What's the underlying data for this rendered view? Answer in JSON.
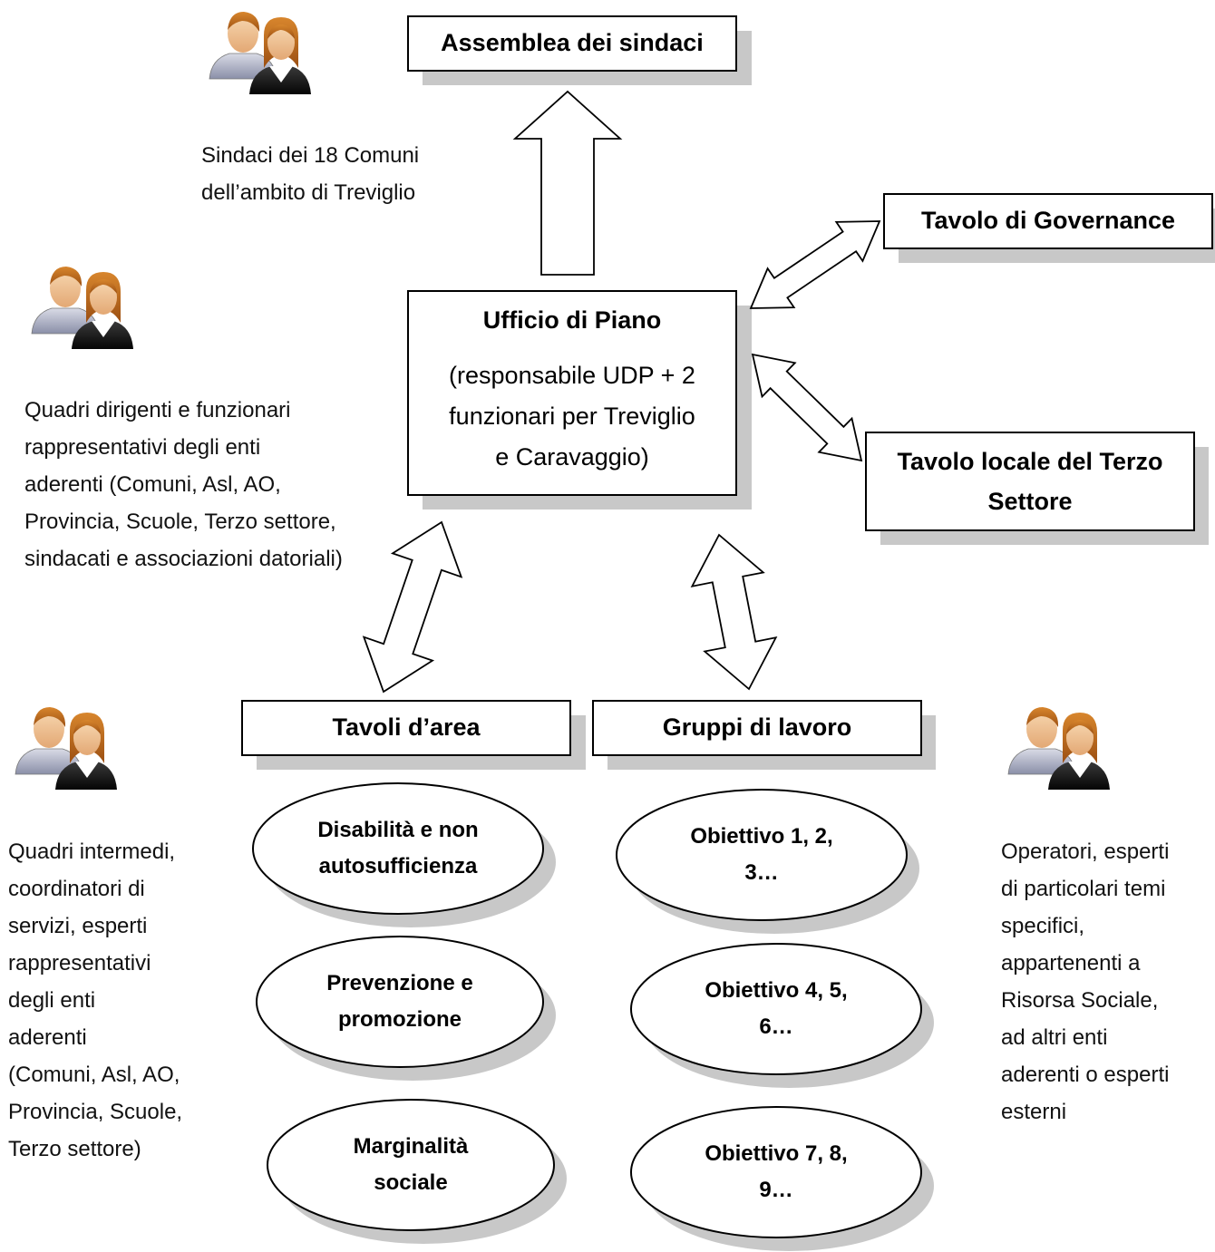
{
  "nodes": {
    "assemblea": "Assemblea dei sindaci",
    "governance": "Tavolo di Governance",
    "ufficio_title": "Ufficio di Piano",
    "ufficio_sub_line1": "(responsabile UDP + 2",
    "ufficio_sub_line2": "funzionari per Treviglio",
    "ufficio_sub_line3": "e Caravaggio)",
    "terzo_line1": "Tavolo locale del Terzo",
    "terzo_line2": "Settore",
    "tavoli_area": "Tavoli d’area",
    "gruppi_lavoro": "Gruppi di lavoro"
  },
  "areas": [
    {
      "line1": "Disabilità e non",
      "line2": "autosufficienza"
    },
    {
      "line1": "Prevenzione e",
      "line2": "promozione"
    },
    {
      "line1": "Marginalità",
      "line2": "sociale"
    }
  ],
  "objectives": [
    {
      "line1": "Obiettivo 1, 2,",
      "line2": "3…"
    },
    {
      "line1": "Obiettivo 4, 5,",
      "line2": "6…"
    },
    {
      "line1": "Obiettivo 7, 8,",
      "line2": "9…"
    }
  ],
  "descriptions": {
    "sindaci": [
      "Sindaci dei 18 Comuni",
      "dell’ambito di Treviglio"
    ],
    "quadri_dirigenti": [
      "Quadri dirigenti e funzionari",
      "rappresentativi degli enti",
      "aderenti (Comuni, Asl, AO,",
      "Provincia, Scuole, Terzo settore,",
      "sindacati e associazioni datoriali)"
    ],
    "quadri_intermedi": [
      "Quadri intermedi,",
      "coordinatori di",
      "servizi, esperti",
      "rappresentativi",
      "degli enti",
      "aderenti",
      "(Comuni, Asl, AO,",
      "Provincia, Scuole,",
      "Terzo settore)"
    ],
    "operatori": [
      "Operatori, esperti",
      "di particolari temi",
      "specifici,",
      "appartenenti a",
      "Risorsa Sociale,",
      "ad altri enti",
      "aderenti o esperti",
      "esterni"
    ]
  },
  "icons": [
    "people-icon",
    "people-icon",
    "people-icon",
    "people-icon"
  ],
  "colors": {
    "shadow": "#c8c8c8",
    "border": "#000000"
  }
}
